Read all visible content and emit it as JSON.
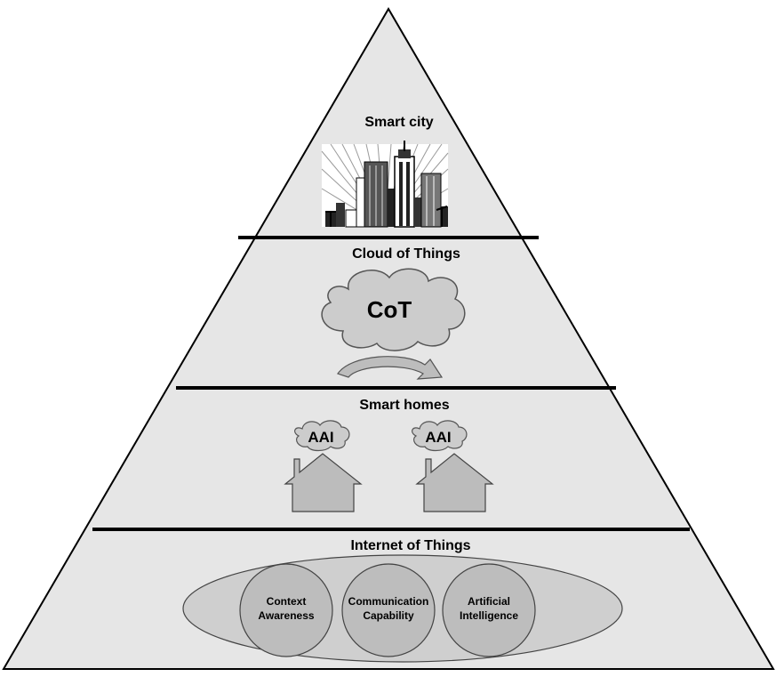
{
  "levels": {
    "top": {
      "title": "Smart city"
    },
    "cloud": {
      "title": "Cloud of Things",
      "cloud_label": "CoT"
    },
    "homes": {
      "title": "Smart homes",
      "house_cloud_label": "AAI"
    },
    "base": {
      "title": "Internet of Things",
      "circles": [
        {
          "line1": "Context",
          "line2": "Awareness"
        },
        {
          "line1": "Communication",
          "line2": "Capability"
        },
        {
          "line1": "Artificial",
          "line2": "Intelligence"
        }
      ]
    }
  },
  "colors": {
    "fill": "#e6e6e6",
    "ellipse": "#cfcfcf",
    "circle": "#bdbdbd",
    "cloud": "#cccccc",
    "house": "#bcbcbc",
    "stroke": "#000000"
  }
}
